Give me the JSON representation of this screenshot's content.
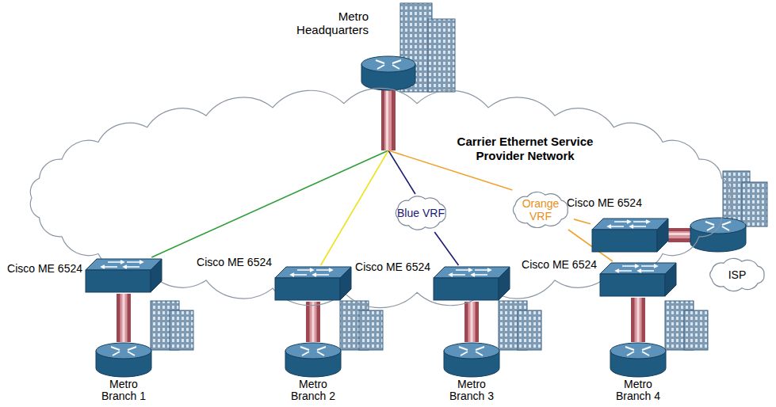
{
  "diagram": {
    "nodes": [
      {
        "text": [
          "Metro Headquarters"
        ]
      },
      {
        "text": [
          "Carrier Ethernet Service Provider Network"
        ]
      },
      {
        "text": [
          "Blue VRF"
        ],
        "in": 1
      },
      {
        "text": [
          "Orange VRF"
        ],
        "in": 1
      },
      {
        "text": [
          "Cisco ME 6524"
        ]
      },
      {
        "text": [
          "ISP"
        ]
      },
      {
        "text": [
          "Cisco ME 6524"
        ]
      },
      {
        "text": [
          "Cisco ME 6524"
        ]
      },
      {
        "text": [
          "Cisco ME 6524"
        ]
      },
      {
        "text": [
          "Cisco ME 6524"
        ]
      },
      {
        "text": [
          "Metro Branch 1"
        ]
      },
      {
        "text": [
          "Metro Branch 2"
        ]
      },
      {
        "text": [
          "Metro Branch 3"
        ]
      },
      {
        "text": [
          "Metro Branch 4"
        ]
      }
    ],
    "edges": [
      {
        "from": 0,
        "to": 6,
        "arrow": "none"
      },
      {
        "from": 0,
        "to": 7,
        "arrow": "none"
      },
      {
        "from": 0,
        "to": 2,
        "arrow": "none"
      },
      {
        "from": 2,
        "to": 8,
        "arrow": "none"
      },
      {
        "from": 0,
        "to": 3,
        "arrow": "none"
      },
      {
        "from": 3,
        "to": 4,
        "arrow": "none"
      },
      {
        "from": 3,
        "to": 9,
        "arrow": "none"
      },
      {
        "from": 6,
        "to": 10,
        "arrow": "none"
      },
      {
        "from": 7,
        "to": 11,
        "arrow": "none"
      },
      {
        "from": 8,
        "to": 12,
        "arrow": "none"
      },
      {
        "from": 9,
        "to": 13,
        "arrow": "none"
      }
    ]
  }
}
